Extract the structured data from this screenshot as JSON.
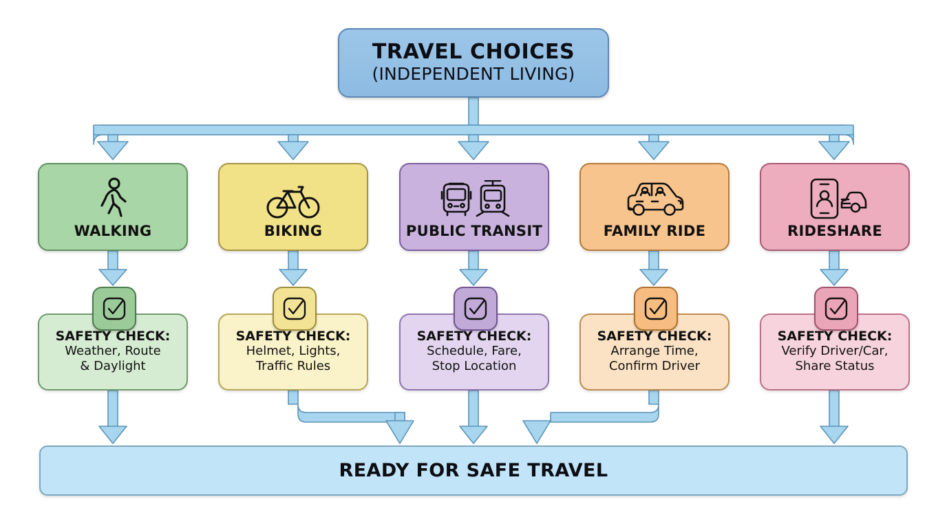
{
  "title": {
    "line1": "TRAVEL CHOICES",
    "line2": "(INDEPENDENT LIVING)"
  },
  "final": {
    "label": "READY FOR SAFE TRAVEL"
  },
  "safety_prefix": "SAFETY CHECK:",
  "branches": [
    {
      "id": "walking",
      "label": "WALKING",
      "icon": "pedestrian-icon",
      "safety_heading": "SAFETY CHECK:",
      "safety_line1": "Weather, Route",
      "safety_line2": "& Daylight",
      "badge_icon": "check-square-icon",
      "color": "#a9d6a7",
      "border_color": "#5f9060",
      "safety_color": "#d5ecd2"
    },
    {
      "id": "biking",
      "label": "BIKING",
      "icon": "bicycle-icon",
      "safety_heading": "SAFETY CHECK:",
      "safety_line1": "Helmet, Lights,",
      "safety_line2": "Traffic Rules",
      "badge_icon": "check-square-icon",
      "color": "#f2e287",
      "border_color": "#a59344",
      "safety_color": "#faf2c8"
    },
    {
      "id": "public-transit",
      "label": "PUBLIC TRANSIT",
      "icon": "bus-and-tram-icon",
      "safety_heading": "SAFETY CHECK:",
      "safety_line1": "Schedule, Fare,",
      "safety_line2": "Stop Location",
      "badge_icon": "check-square-icon",
      "color": "#c9b3de",
      "border_color": "#7d5fa0",
      "safety_color": "#e3d5ef"
    },
    {
      "id": "family-ride",
      "label": "FAMILY RIDE",
      "icon": "car-with-passengers-icon",
      "safety_heading": "SAFETY CHECK:",
      "safety_line1": "Arrange Time,",
      "safety_line2": "Confirm Driver",
      "badge_icon": "check-square-icon",
      "color": "#f8c48d",
      "border_color": "#b57c3a",
      "safety_color": "#fbe2c4"
    },
    {
      "id": "rideshare",
      "label": "RIDESHARE",
      "icon": "phone-and-car-icon",
      "safety_heading": "SAFETY CHECK:",
      "safety_line1": "Verify Driver/Car,",
      "safety_line2": "Share Status",
      "badge_icon": "check-square-icon",
      "color": "#eeadbf",
      "border_color": "#a85b75",
      "safety_color": "#f7d3dd"
    }
  ],
  "colors": {
    "title_fill": "#93c1e5",
    "title_border": "#5b88b5",
    "final_fill": "#c2e4f8",
    "final_border": "#7ba7bf",
    "connector_fill": "#a8d6ef",
    "connector_stroke": "#5b93b8",
    "background": "#ffffff"
  }
}
